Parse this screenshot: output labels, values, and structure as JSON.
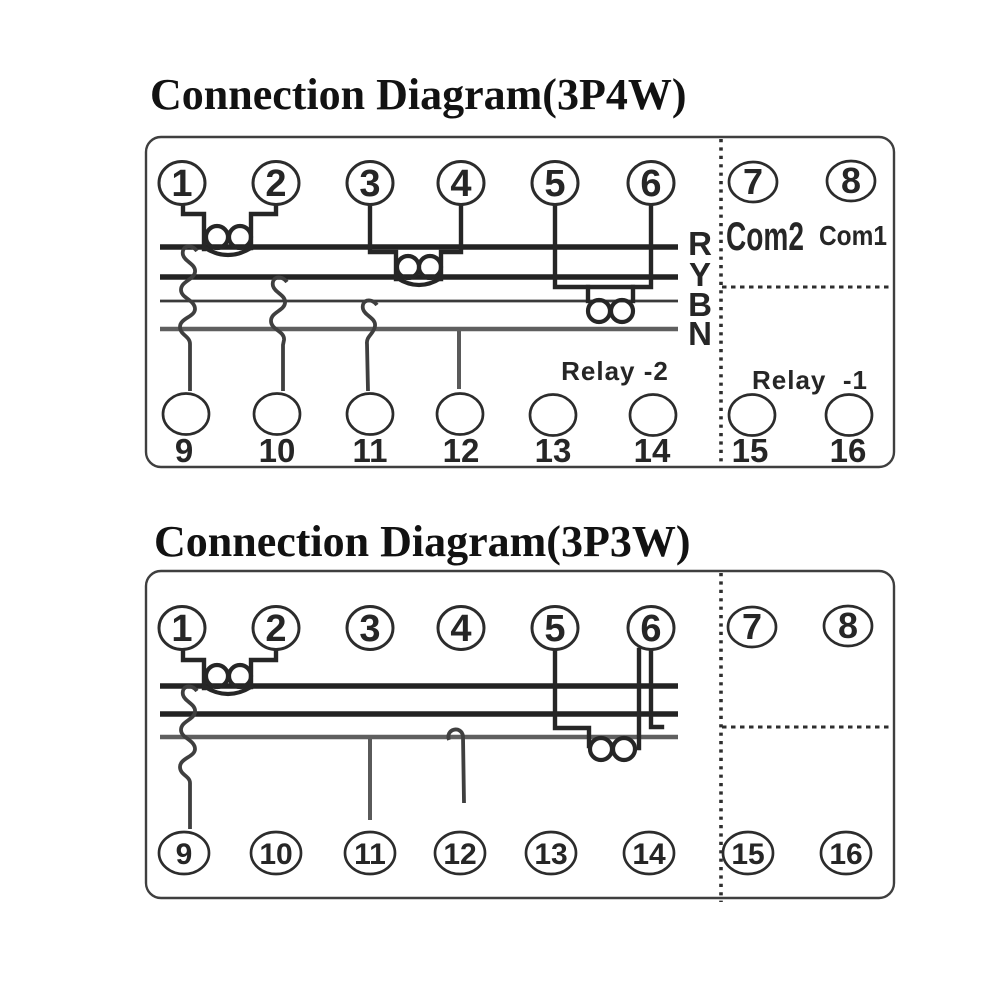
{
  "figure": {
    "d1": {
      "title": "Connection Diagram(3P4W)",
      "terminals_top": [
        "1",
        "2",
        "3",
        "4",
        "5",
        "6",
        "7",
        "8"
      ],
      "terminals_bottom": [
        "9",
        "10",
        "11",
        "12",
        "13",
        "14",
        "15",
        "16"
      ],
      "phases": [
        "R",
        "Y",
        "B",
        "N"
      ],
      "com2": "Com2",
      "com1": "Com1",
      "relay2": "Relay -2",
      "relay1": "Relay  -1"
    },
    "d2": {
      "title": "Connection Diagram(3P3W)",
      "terminals_top": [
        "1",
        "2",
        "3",
        "4",
        "5",
        "6",
        "7",
        "8"
      ],
      "terminals_bottom": [
        "9",
        "10",
        "11",
        "12",
        "13",
        "14",
        "15",
        "16"
      ]
    }
  },
  "colors": {
    "bus_dark": "#232323",
    "bus_gray": "#5f5f5f",
    "wire": "#262626",
    "text": "#262626",
    "background": "#ffffff"
  }
}
